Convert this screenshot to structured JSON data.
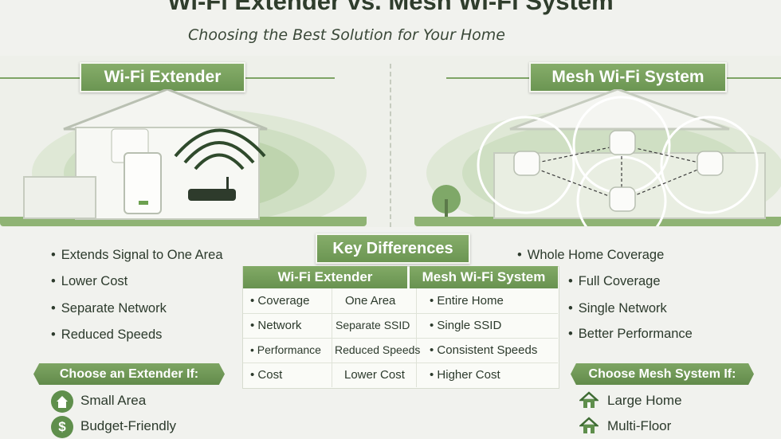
{
  "header": {
    "title": "Wi-Fi Extender vs. Mesh Wi-Fi System",
    "subtitle": "Choosing the Best Solution for Your Home"
  },
  "extender": {
    "banner": "Wi-Fi Extender",
    "bullets": [
      "Extends Signal to One Area",
      "Lower Cost",
      "Separate Network",
      "Reduced Speeds"
    ],
    "choose_title": "Choose an Extender If:",
    "choose_items": [
      {
        "icon": "home-icon",
        "label": "Small Area"
      },
      {
        "icon": "dollar-icon",
        "label": "Budget-Friendly"
      }
    ]
  },
  "mesh": {
    "banner": "Mesh Wi-Fi System",
    "bullets": [
      "Whole Home Coverage",
      "Full Coverage",
      "Single Network",
      "Better Performance"
    ],
    "choose_title": "Choose Mesh System If:",
    "choose_items": [
      {
        "icon": "home-icon",
        "label": "Large Home"
      },
      {
        "icon": "home-icon",
        "label": "Multi-Floor"
      }
    ]
  },
  "table": {
    "title": "Key Differences",
    "col_extender": "Wi-Fi Extender",
    "col_mesh": "Mesh Wi-Fi System",
    "rows": [
      {
        "feature": "Coverage",
        "extender": "One Area",
        "mesh": "Entire Home"
      },
      {
        "feature": "Network",
        "extender": "Separate SSID",
        "mesh": "Single SSID"
      },
      {
        "feature": "Performance",
        "extender": "Reduced Speeds",
        "mesh": "Consistent Speeds"
      },
      {
        "feature": "Cost",
        "extender": "Lower Cost",
        "mesh": "Higher Cost"
      }
    ]
  },
  "device_text": "",
  "colors": {
    "accent": "#6b9552",
    "background": "#f1f2ee",
    "text": "#2c3a2c"
  }
}
